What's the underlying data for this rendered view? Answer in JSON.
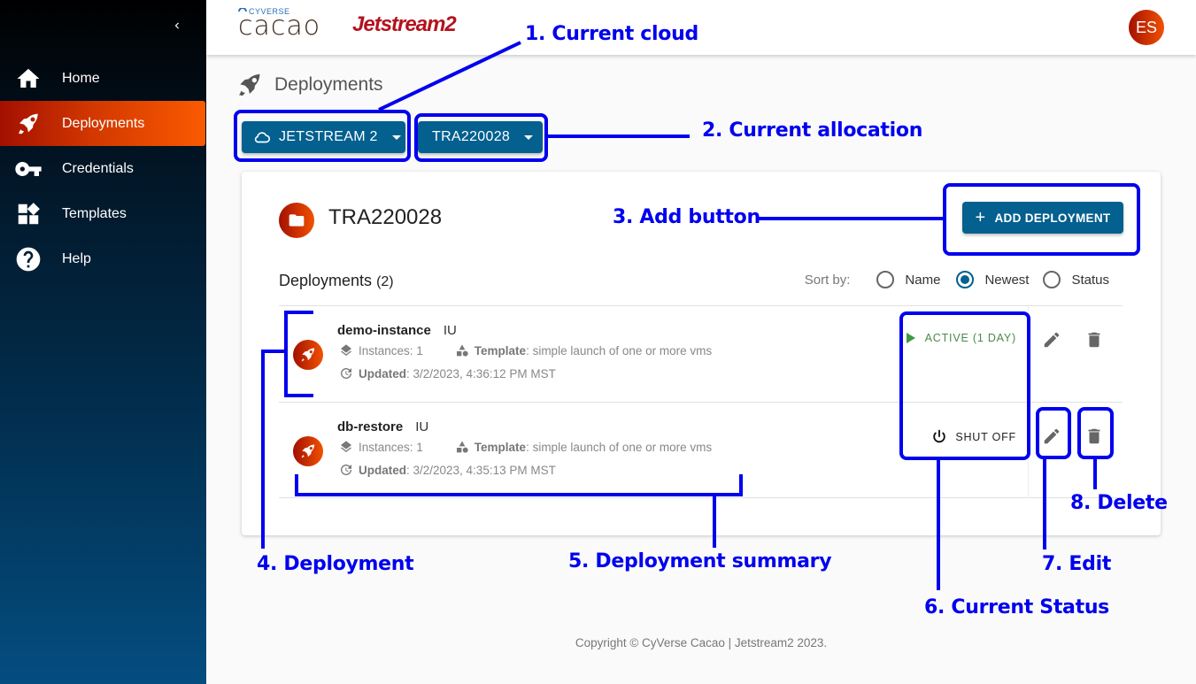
{
  "sidebar": {
    "collapse_icon": "chevron-left-icon",
    "items": [
      {
        "label": "Home",
        "icon": "home-icon",
        "active": false
      },
      {
        "label": "Deployments",
        "icon": "rocket-icon",
        "active": true
      },
      {
        "label": "Credentials",
        "icon": "key-icon",
        "active": false
      },
      {
        "label": "Templates",
        "icon": "widgets-icon",
        "active": false
      },
      {
        "label": "Help",
        "icon": "help-circle-icon",
        "active": false
      }
    ]
  },
  "header": {
    "logo_cyverse": "CYVERSE",
    "logo_cacao": "cacao",
    "logo_jetstream": "Jetstream2",
    "avatar_initials": "ES"
  },
  "page": {
    "title": "Deployments",
    "cloud_selector": "JETSTREAM 2",
    "allocation_selector": "TRA220028"
  },
  "card": {
    "allocation_title": "TRA220028",
    "add_button": "ADD DEPLOYMENT",
    "list_title": "Deployments",
    "list_count": "(2)",
    "sort": {
      "label": "Sort by:",
      "options": [
        {
          "label": "Name",
          "selected": false
        },
        {
          "label": "Newest",
          "selected": true
        },
        {
          "label": "Status",
          "selected": false
        }
      ]
    },
    "deployments": [
      {
        "name": "demo-instance",
        "region": "IU",
        "instances": "Instances: 1",
        "template_label": "Template",
        "template_value": ": simple launch of one or more vms",
        "updated_label": "Updated",
        "updated_value": ": 3/2/2023, 4:36:12 PM MST",
        "status": "ACTIVE (1 DAY)",
        "status_color": "#4a8a4a"
      },
      {
        "name": "db-restore",
        "region": "IU",
        "instances": "Instances: 1",
        "template_label": "Template",
        "template_value": ": simple launch of one or more vms",
        "updated_label": "Updated",
        "updated_value": ": 3/2/2023, 4:35:13 PM MST",
        "status": "SHUT OFF",
        "status_color": "#222222"
      }
    ]
  },
  "footer": {
    "text": "Copyright © CyVerse Cacao | Jetstream2 2023."
  },
  "annotations": [
    "1. Current cloud",
    "2. Current allocation",
    "3. Add button",
    "4. Deployment",
    "5. Deployment summary",
    "6. Current Status",
    "7. Edit",
    "8. Delete"
  ],
  "colors": {
    "primary": "#03608f",
    "accent_gradient_start": "#a31000",
    "accent_gradient_end": "#f25100",
    "annotation": "#0000ee",
    "status_active": "#4a8a4a"
  }
}
